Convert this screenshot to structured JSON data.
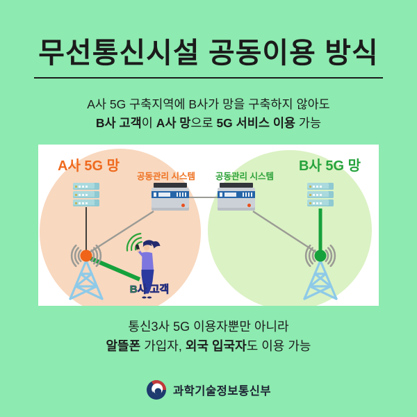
{
  "title": "무선통신시설 공동이용 방식",
  "subtitle": {
    "line1": "A사 5G 구축지역에 B사가 망을 구축하지 않아도",
    "line2_bold1": "B사 고객",
    "line2_reg1": "이 ",
    "line2_bold2": "A사 망",
    "line2_reg2": "으로 ",
    "line2_bold3": "5G 서비스 이용",
    "line2_reg3": " 가능"
  },
  "diagram": {
    "network_a_label": "A사 5G 망",
    "network_b_label": "B사 5G 망",
    "mgmt_system_a_label": "공동관리 시스템",
    "mgmt_system_b_label": "공동관리 시스템",
    "customer_label": "B사 고객",
    "icons": {
      "server_a": "server-rack-icon",
      "server_b": "server-rack-icon",
      "switch_a": "network-switch-icon",
      "switch_b": "network-switch-icon",
      "tower_a": "radio-tower-icon",
      "tower_b": "radio-tower-icon",
      "signal_a": "signal-waves-icon",
      "signal_b": "signal-waves-icon",
      "phone_signal": "phone-signal-waves-icon",
      "customer": "person-with-phone-figure"
    },
    "colors": {
      "network_a_fill": "#f8d8bf",
      "network_a_accent": "#ef6a1e",
      "network_b_fill": "#dbf2c4",
      "network_b_accent": "#1fa23c",
      "link_gray": "#9b9b95",
      "customer_navy": "#2b3a9e"
    }
  },
  "note": {
    "line1": "통신3사 5G 이용자뿐만 아니라",
    "line2_bold1": "알뜰폰",
    "line2_reg1": " 가입자, ",
    "line2_bold2": "외국 입국자",
    "line2_reg2": "도 이용 가능"
  },
  "footer": {
    "ministry": "과학기술정보통신부",
    "emblem_icon": "korea-government-emblem",
    "emblem_colors": {
      "red": "#c23a3a",
      "navy": "#1e3a6e"
    }
  },
  "page": {
    "background": "#8deab0",
    "text_color": "#1b1b1b"
  }
}
